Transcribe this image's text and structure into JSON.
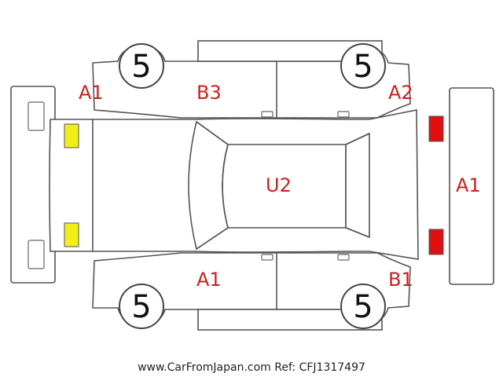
{
  "damage_codes": {
    "front_left_fender": "A1",
    "front_left_door_top": "B3",
    "front_right_fender": "A2",
    "rear_bumper": "A1",
    "roof": "U2",
    "front_left_door_bottom": "A1",
    "rear_right_quarter": "B1"
  },
  "tires": {
    "front_left": "5",
    "front_right": "5",
    "rear_left": "5",
    "rear_right": "5"
  },
  "lamp_colors": {
    "front": "#f2ee1a",
    "rear": "#dd1111"
  },
  "footer": {
    "text": "www.CarFromJapan.com Ref: CFJ1317497"
  }
}
